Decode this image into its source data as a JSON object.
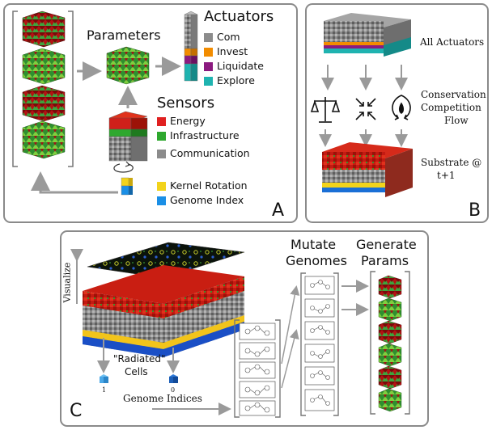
{
  "panel_a": {
    "letter": "A",
    "parameters_title": "Parameters",
    "actuators": {
      "title": "Actuators",
      "items": [
        {
          "label": "Com",
          "color": "#8c8c8c"
        },
        {
          "label": "Invest",
          "color": "#f28c00"
        },
        {
          "label": "Liquidate",
          "color": "#8b1a7f"
        },
        {
          "label": "Explore",
          "color": "#1fb3b0"
        }
      ]
    },
    "sensors": {
      "title": "Sensors",
      "items": [
        {
          "label": "Energy",
          "color": "#e02020"
        },
        {
          "label": "Infrastructure",
          "color": "#2ea82e"
        },
        {
          "label": "Communication",
          "color": "#8c8c8c"
        }
      ]
    },
    "extras": [
      {
        "label": "Kernel Rotation",
        "color": "#f2d31b"
      },
      {
        "label": "Genome Index",
        "color": "#1a8fe6"
      }
    ]
  },
  "panel_b": {
    "letter": "B",
    "all_actuators": "All Actuators",
    "processes": [
      "Conservation",
      "Competition",
      "Flow"
    ],
    "substrate": [
      "Substrate @",
      "t+1"
    ]
  },
  "panel_c": {
    "letter": "C",
    "visualize": "Visualize",
    "mutate": [
      "Mutate",
      "Genomes"
    ],
    "generate": [
      "Generate",
      "Params"
    ],
    "radiated": [
      "\"Radiated\"",
      "Cells"
    ],
    "genome_indices": "Genome Indices",
    "index_1": "1",
    "index_0": "0"
  }
}
